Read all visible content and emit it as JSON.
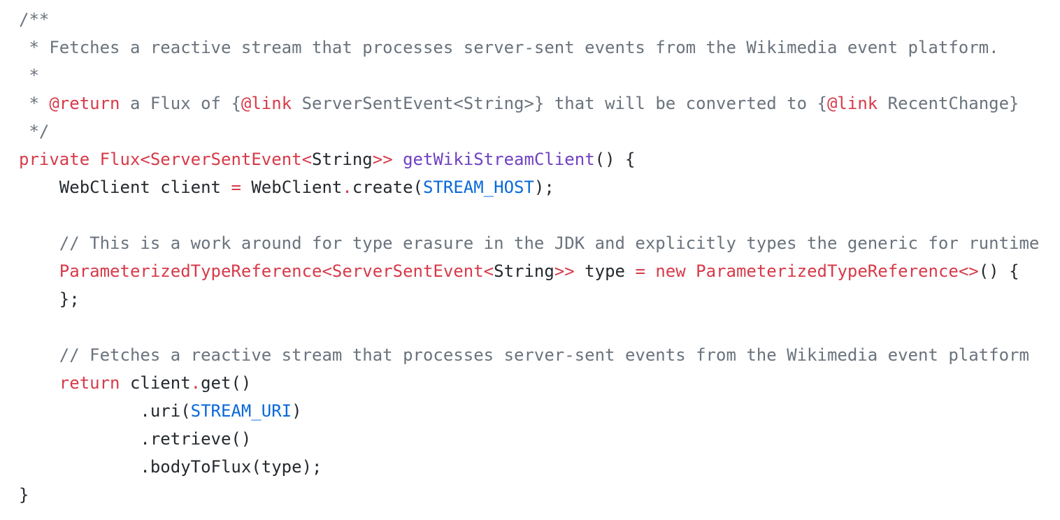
{
  "syntax_colors": {
    "normal": "#24292e",
    "comment": "#6a737d",
    "keyword_type": "#d73a49",
    "constant": "#0969da",
    "method_name": "#6f42c1",
    "background": "#ffffff"
  },
  "code": {
    "language": "java",
    "lines": [
      [
        [
          "c",
          "/**"
        ]
      ],
      [
        [
          "c",
          " * Fetches a reactive stream that processes server-sent events from the Wikimedia event platform."
        ]
      ],
      [
        [
          "c",
          " *"
        ]
      ],
      [
        [
          "c",
          " * "
        ],
        [
          "r",
          "@return"
        ],
        [
          "c",
          " a Flux of {"
        ],
        [
          "r",
          "@link"
        ],
        [
          "c",
          " ServerSentEvent<String>} that will be converted to {"
        ],
        [
          "r",
          "@link"
        ],
        [
          "c",
          " RecentChange}"
        ]
      ],
      [
        [
          "c",
          " */"
        ]
      ],
      [
        [
          "r",
          "private"
        ],
        [
          "n",
          " "
        ],
        [
          "r",
          "Flux<ServerSentEvent<"
        ],
        [
          "n",
          "String"
        ],
        [
          "r",
          ">>"
        ],
        [
          "n",
          " "
        ],
        [
          "u",
          "getWikiStreamClient"
        ],
        [
          "n",
          "() {"
        ]
      ],
      [
        [
          "n",
          "    WebClient client "
        ],
        [
          "r",
          "="
        ],
        [
          "n",
          " WebClient"
        ],
        [
          "r",
          "."
        ],
        [
          "n",
          "create("
        ],
        [
          "b",
          "STREAM_HOST"
        ],
        [
          "n",
          ");"
        ]
      ],
      [],
      [
        [
          "c",
          "    // This is a work around for type erasure in the JDK and explicitly types the generic for runtime"
        ]
      ],
      [
        [
          "n",
          "    "
        ],
        [
          "r",
          "ParameterizedTypeReference<ServerSentEvent<"
        ],
        [
          "n",
          "String"
        ],
        [
          "r",
          ">>"
        ],
        [
          "n",
          " type "
        ],
        [
          "r",
          "="
        ],
        [
          "n",
          " "
        ],
        [
          "r",
          "new"
        ],
        [
          "n",
          " "
        ],
        [
          "r",
          "ParameterizedTypeReference<>"
        ],
        [
          "n",
          "() {"
        ]
      ],
      [
        [
          "n",
          "    };"
        ]
      ],
      [],
      [
        [
          "c",
          "    // Fetches a reactive stream that processes server-sent events from the Wikimedia event platform"
        ]
      ],
      [
        [
          "n",
          "    "
        ],
        [
          "r",
          "return"
        ],
        [
          "n",
          " client"
        ],
        [
          "r",
          "."
        ],
        [
          "n",
          "get()"
        ]
      ],
      [
        [
          "n",
          "            .uri("
        ],
        [
          "b",
          "STREAM_URI"
        ],
        [
          "n",
          ")"
        ]
      ],
      [
        [
          "n",
          "            .retrieve()"
        ]
      ],
      [
        [
          "n",
          "            .bodyToFlux(type);"
        ]
      ],
      [
        [
          "n",
          "}"
        ]
      ]
    ]
  }
}
